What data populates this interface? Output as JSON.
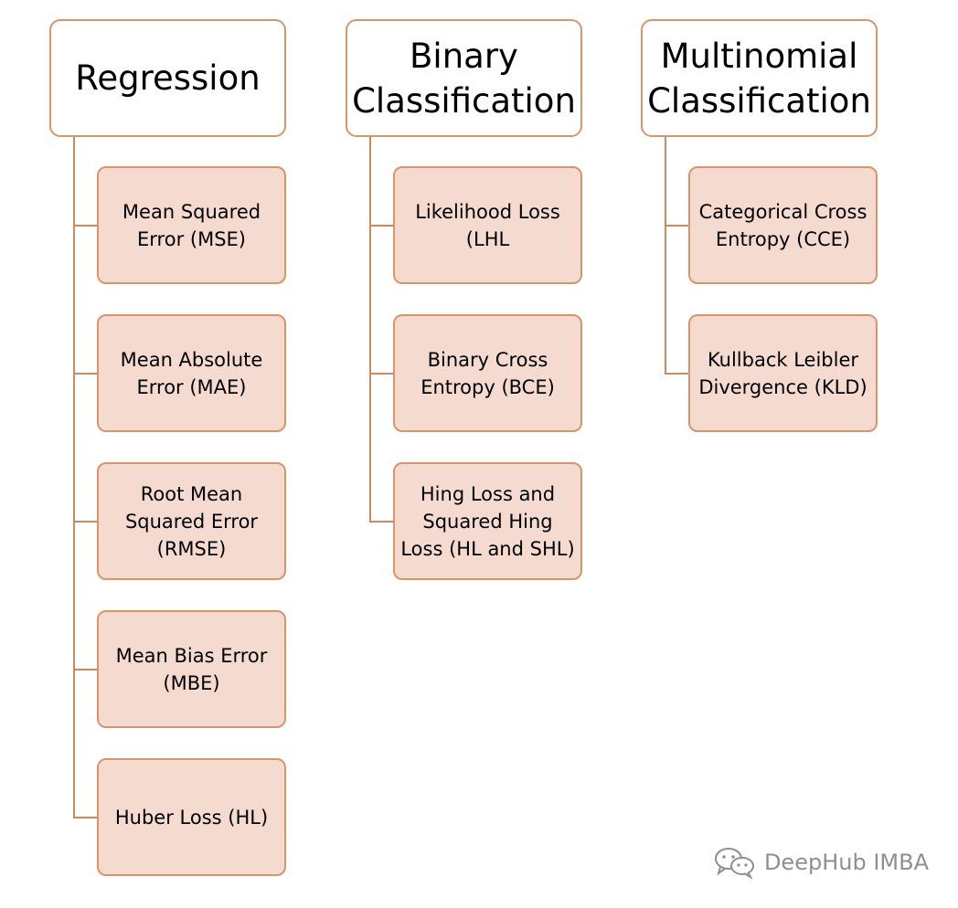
{
  "columns": [
    {
      "title": "Regression",
      "items": [
        "Mean Squared\nError (MSE)",
        "Mean Absolute\nError (MAE)",
        "Root Mean\nSquared Error\n(RMSE)",
        "Mean Bias Error\n(MBE)",
        "Huber Loss (HL)"
      ]
    },
    {
      "title": "Binary\nClassification",
      "items": [
        "Likelihood Loss\n(LHL",
        "Binary Cross\nEntropy (BCE)",
        "Hing Loss and\nSquared Hing\nLoss (HL and SHL)"
      ]
    },
    {
      "title": "Multinomial\nClassification",
      "items": [
        "Categorical Cross\nEntropy (CCE)",
        "Kullback Leibler\nDivergence (KLD)"
      ]
    }
  ],
  "watermark": {
    "text": "DeepHub IMBA",
    "icon": "wechat-icon"
  },
  "colors": {
    "border": "#d9956a",
    "leaf_fill": "#f5dacf",
    "header_fill": "#ffffff",
    "connector": "#c98a5e",
    "watermark": "#8f8f8f"
  }
}
